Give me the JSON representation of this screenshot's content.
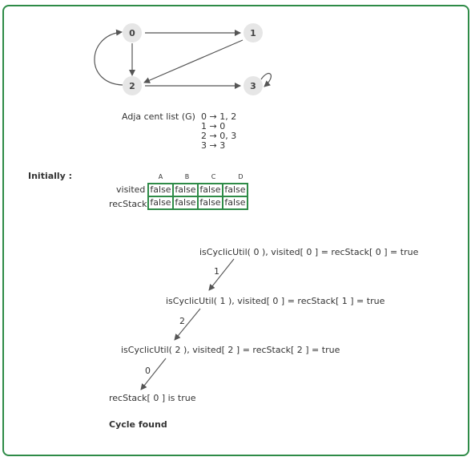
{
  "graph": {
    "nodes": [
      "0",
      "1",
      "2",
      "3"
    ]
  },
  "adjacency": {
    "label": "Adja cent list  (G)",
    "lines": [
      "0 → 1, 2",
      "1 → 0",
      "2 → 0, 3",
      "3 → 3"
    ]
  },
  "state": {
    "title": "Initially :",
    "columns": [
      "A",
      "B",
      "C",
      "D"
    ],
    "rows": [
      {
        "label": "visited",
        "values": [
          "false",
          "false",
          "false",
          "false"
        ]
      },
      {
        "label": "recStack",
        "values": [
          "false",
          "false",
          "false",
          "false"
        ]
      }
    ]
  },
  "trace": {
    "steps": [
      "isCyclicUtil( 0 ), visited[ 0 ] = recStack[ 0 ] = true",
      "isCyclicUtil( 1 ), visited[ 0 ] = recStack[ 1 ] = true",
      "isCyclicUtil( 2 ), visited[ 2 ] = recStack[ 2 ] = true",
      "recStack[ 0 ] is true"
    ],
    "edge_labels": [
      "1",
      "2",
      "0"
    ],
    "result": "Cycle found"
  },
  "colors": {
    "border": "#2e8b47",
    "node_fill": "#e6e6e6",
    "edge": "#555555"
  }
}
